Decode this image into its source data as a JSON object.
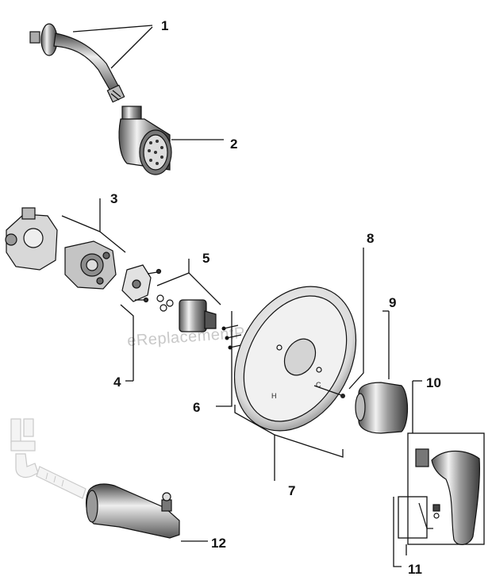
{
  "diagram": {
    "watermark": "eReplacementParts.com",
    "callouts": [
      {
        "id": "1",
        "label": "1"
      },
      {
        "id": "2",
        "label": "2"
      },
      {
        "id": "3",
        "label": "3"
      },
      {
        "id": "4",
        "label": "4"
      },
      {
        "id": "5",
        "label": "5"
      },
      {
        "id": "6",
        "label": "6"
      },
      {
        "id": "7",
        "label": "7"
      },
      {
        "id": "8",
        "label": "8"
      },
      {
        "id": "9",
        "label": "9"
      },
      {
        "id": "10",
        "label": "10"
      },
      {
        "id": "11",
        "label": "11"
      },
      {
        "id": "12",
        "label": "12"
      }
    ],
    "plate_marks": {
      "hot": "H",
      "cold": "C"
    }
  }
}
